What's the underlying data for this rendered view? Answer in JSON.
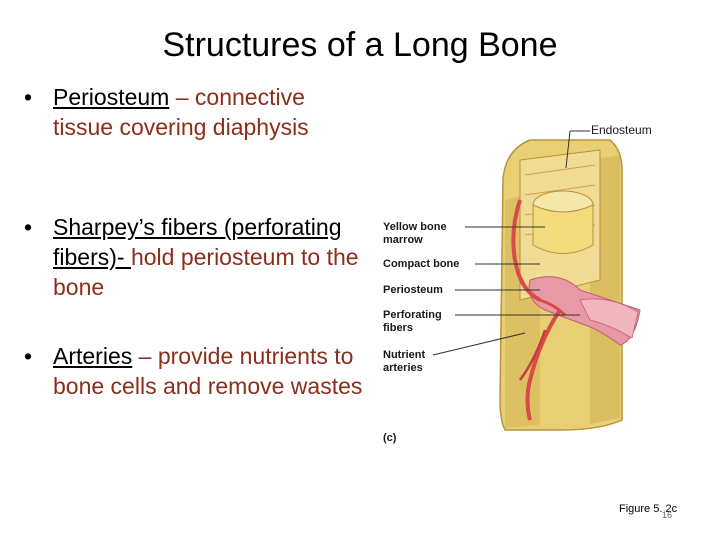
{
  "title": "Structures of a Long Bone",
  "bullets": [
    {
      "term": "Periosteum",
      "sep": " – ",
      "desc": "connective tissue covering diaphysis"
    },
    {
      "term": "Sharpey’s fibers (perforating fibers)- ",
      "sep": "",
      "desc": "hold periosteum to the bone"
    },
    {
      "term": "Arteries",
      "sep": " – ",
      "desc": "provide nutrients to bone cells and remove wastes"
    }
  ],
  "bullet_char": "•",
  "figure": {
    "labels": {
      "endosteum": "Endosteum",
      "yellow_marrow": "Yellow bone marrow",
      "compact_bone": "Compact bone",
      "periosteum": "Periosteum",
      "perforating_fibers": "Perforating fibers",
      "nutrient_arteries": "Nutrient arteries",
      "part": "(c)"
    }
  },
  "figure_ref": "Figure 5. 2c",
  "slide_number": "16",
  "colors": {
    "desc_text": "#8b2e1a",
    "bone": "#e8cf74",
    "bone_dark": "#c9a54a",
    "artery": "#d94a4a",
    "periosteum": "#e79aa5"
  }
}
